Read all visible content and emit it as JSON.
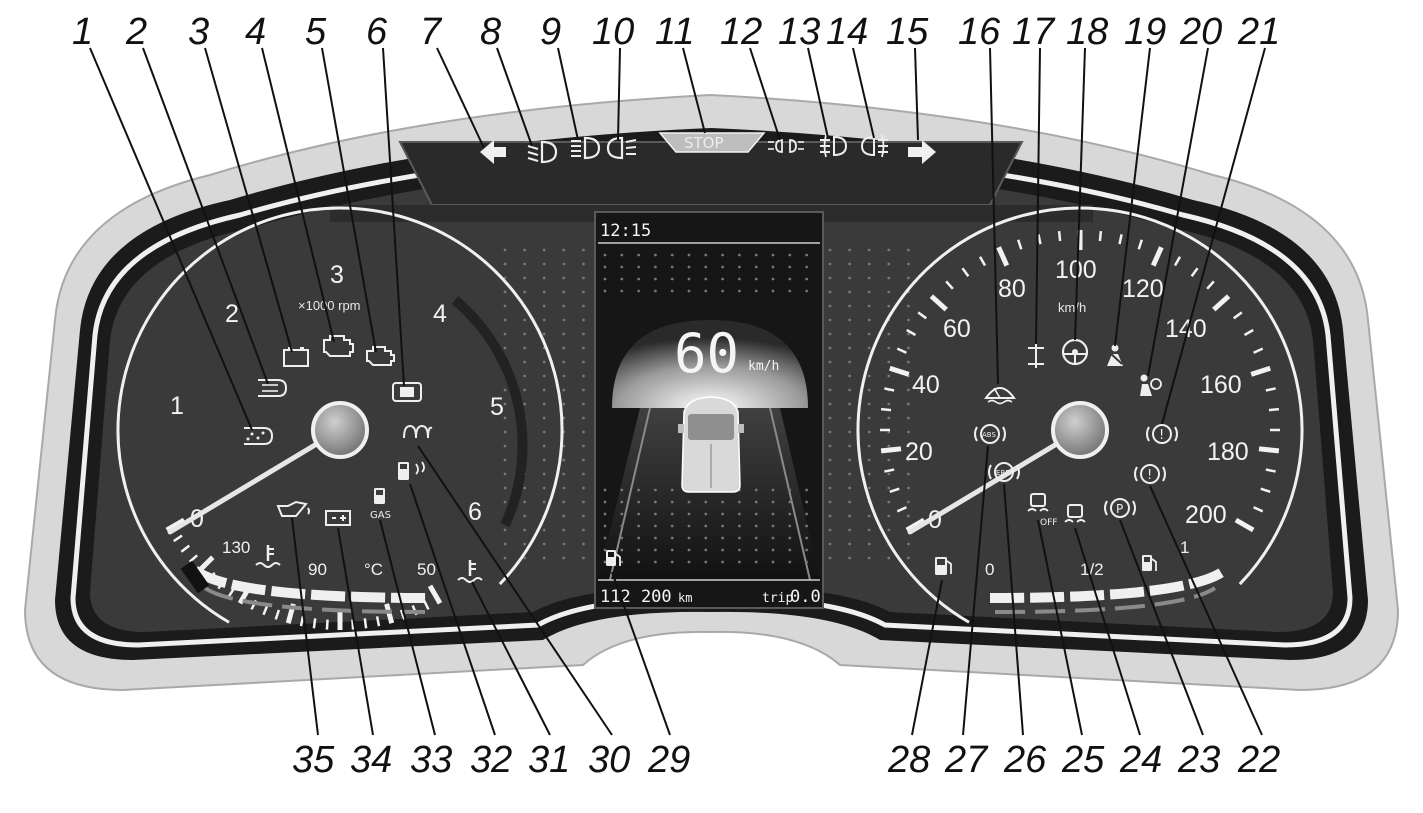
{
  "callouts_top": [
    "1",
    "2",
    "3",
    "4",
    "5",
    "6",
    "7",
    "8",
    "9",
    "10",
    "11",
    "12",
    "13",
    "14",
    "15",
    "16",
    "17",
    "18",
    "19",
    "20",
    "21"
  ],
  "callouts_bottom": [
    "35",
    "34",
    "33",
    "32",
    "31",
    "30",
    "29",
    "28",
    "27",
    "26",
    "25",
    "24",
    "23",
    "22"
  ],
  "tachometer": {
    "labels": [
      "0",
      "1",
      "2",
      "3",
      "4",
      "5",
      "6"
    ],
    "unit": "×1000 rpm"
  },
  "speedometer": {
    "labels": [
      "0",
      "20",
      "40",
      "60",
      "80",
      "100",
      "120",
      "140",
      "160",
      "180",
      "200"
    ],
    "unit": "km/h"
  },
  "temp_gauge": {
    "labels": [
      "130",
      "90",
      "50"
    ],
    "unit": "°C"
  },
  "fuel_gauge": {
    "labels": [
      "0",
      "1/2",
      "1"
    ]
  },
  "display": {
    "time": "12:15",
    "speed": "60",
    "speed_unit": "km/h",
    "odometer": "112 200",
    "odometer_unit": "km",
    "trip_label": "trip",
    "trip_value": "0.0"
  },
  "top_bar": {
    "stop_label": "STOP"
  },
  "warning_labels": {
    "gas": "GAS",
    "abs": "ABS",
    "ebd": "EBD",
    "off": "OFF",
    "parking": "P",
    "warning": "!"
  },
  "colors": {
    "housing": "#d9d9d9",
    "panel": "#3e3e3e",
    "display": "#1f1f1f"
  }
}
